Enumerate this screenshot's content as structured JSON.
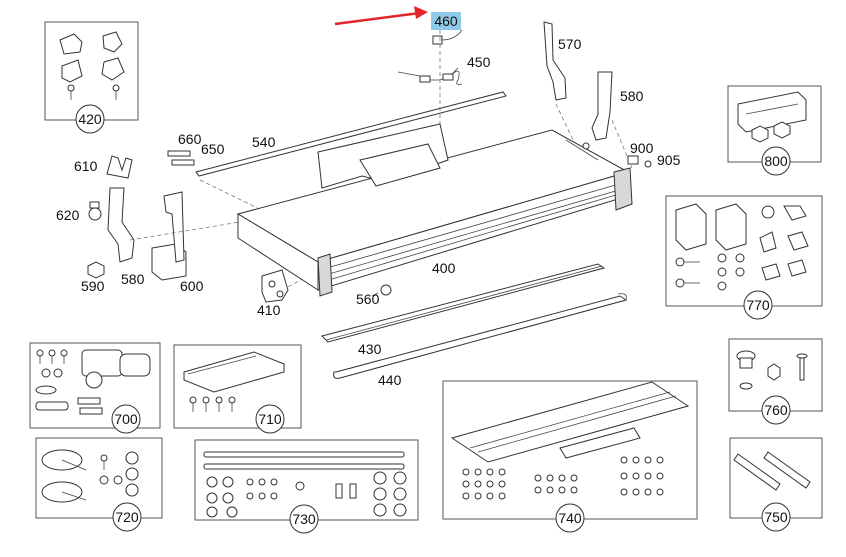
{
  "accent_color": "#e3262b",
  "highlight_color": "#8ec9e8",
  "labels": {
    "p460": "460",
    "p450": "450",
    "p570": "570",
    "p580a": "580",
    "p580b": "580",
    "p540": "540",
    "p660": "660",
    "p650": "650",
    "p610": "610",
    "p620": "620",
    "p590": "590",
    "p600": "600",
    "p410": "410",
    "p560": "560",
    "p400": "400",
    "p430": "430",
    "p440": "440",
    "p900": "900",
    "p905": "905"
  },
  "kits": {
    "k420": "420",
    "k800": "800",
    "k770": "770",
    "k700": "700",
    "k710": "710",
    "k720": "720",
    "k730": "730",
    "k740": "740",
    "k750": "750",
    "k760": "760"
  }
}
